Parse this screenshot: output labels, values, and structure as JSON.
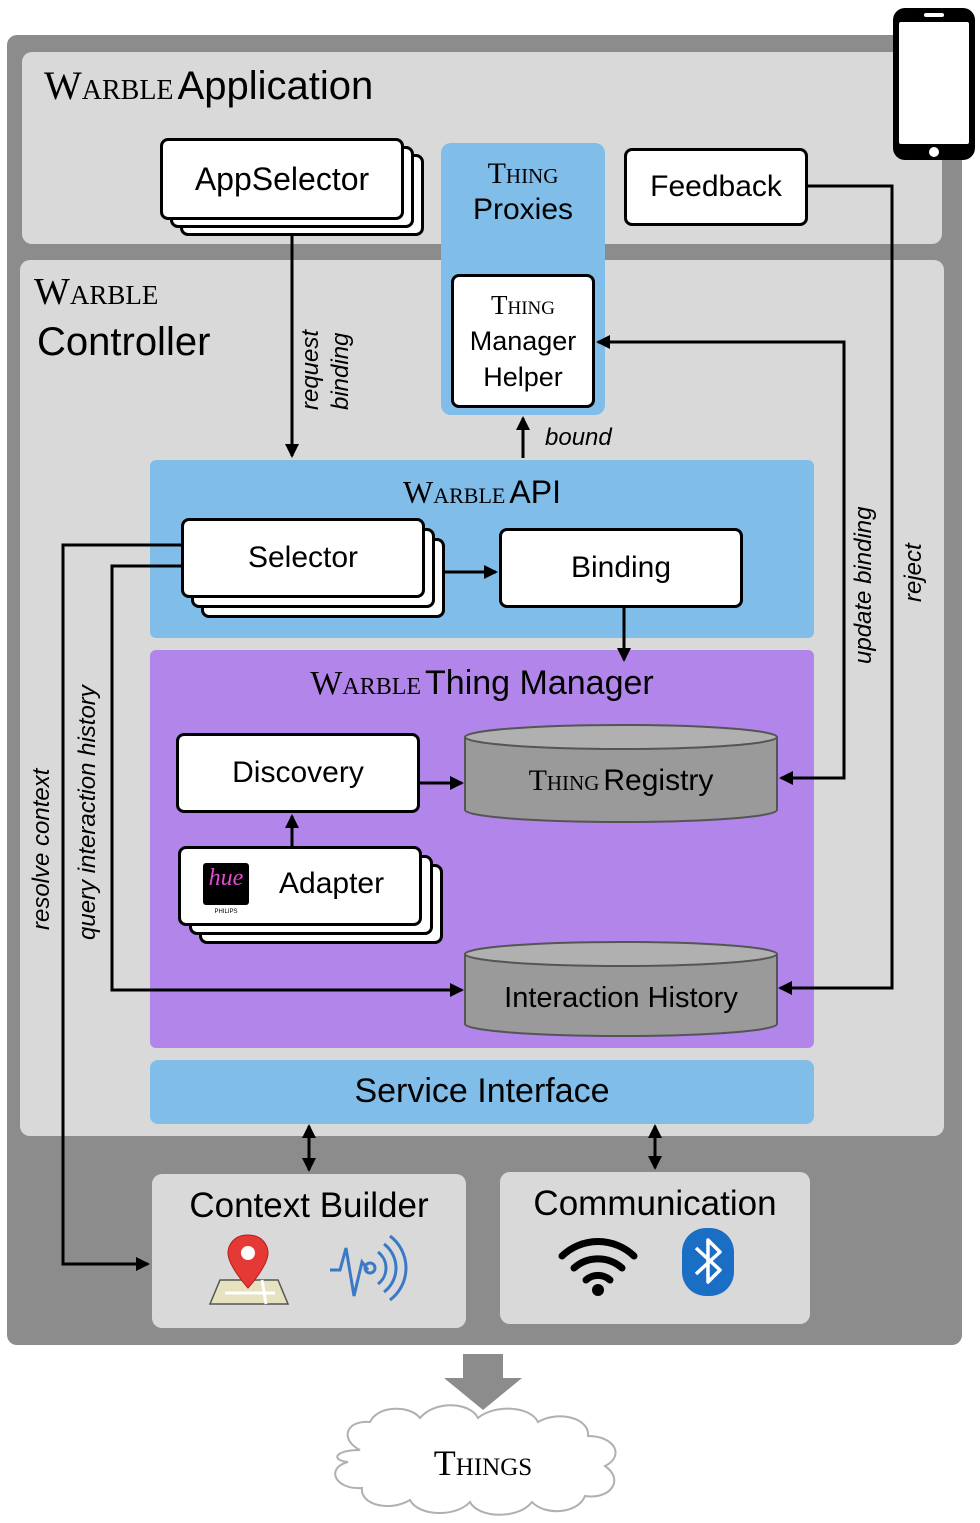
{
  "application": {
    "prefix": "Warble",
    "name": "Application"
  },
  "controller": {
    "prefix": "Warble",
    "name": "Controller"
  },
  "app_selector": "AppSelector",
  "thing_proxies": {
    "prefix": "Thing",
    "name": "Proxies"
  },
  "feedback": "Feedback",
  "thing_manager_helper": {
    "prefix": "Thing",
    "line2": "Manager",
    "line3": "Helper"
  },
  "api": {
    "prefix": "Warble",
    "name": "API"
  },
  "selector": "Selector",
  "binding": "Binding",
  "thing_manager": {
    "prefix": "Warble",
    "name": "Thing Manager"
  },
  "discovery": "Discovery",
  "adapter": {
    "label": "Adapter",
    "logo_text": "hue",
    "logo_subtext": "PHILIPS"
  },
  "thing_registry": {
    "prefix": "Thing",
    "name": "Registry"
  },
  "interaction_history": "Interaction History",
  "service_interface": "Service Interface",
  "context_builder": "Context Builder",
  "communication": "Communication",
  "things": "Things",
  "edge_labels": {
    "request": "request",
    "binding": "binding",
    "bound": "bound",
    "update_binding": "update binding",
    "reject": "reject",
    "resolve_context": "resolve context",
    "query_interaction_history": "query interaction history"
  },
  "icons": [
    "smartphone-icon",
    "hue-logo-icon",
    "map-pin-icon",
    "sensor-wave-icon",
    "wifi-icon",
    "bluetooth-icon",
    "cloud-icon",
    "down-arrow-icon"
  ],
  "colors": {
    "outer_frame": "#8c8c8c",
    "layer_bg": "#d9d9d9",
    "api_blue": "#80bde8",
    "thing_manager_purple": "#b285ea",
    "database_gray": "#9a9a9a",
    "map_pin_red": "#e53935",
    "bluetooth_blue": "#1a6fc4"
  }
}
